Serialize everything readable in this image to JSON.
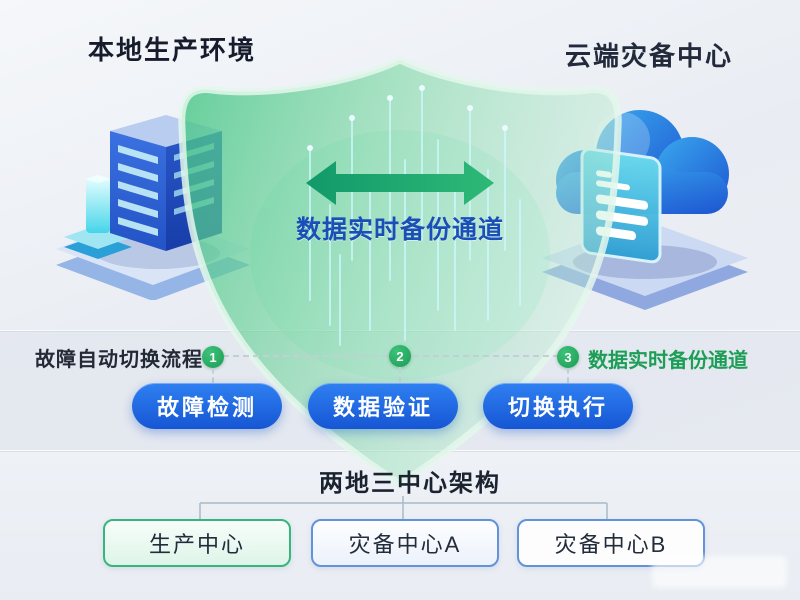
{
  "page": {
    "left_title": "本地生产环境",
    "right_title": "云端灾备中心"
  },
  "shield": {
    "channel_label": "数据实时备份通道"
  },
  "flow": {
    "title": "故障自动切换流程",
    "steps": [
      {
        "num": "1",
        "label": "故障检测"
      },
      {
        "num": "2",
        "label": "数据验证"
      },
      {
        "num": "3",
        "label": "切换执行"
      }
    ],
    "step3_note": "数据实时备份通道"
  },
  "architecture": {
    "title": "两地三中心架构",
    "nodes": [
      {
        "label": "生产中心"
      },
      {
        "label": "灾备中心A"
      },
      {
        "label": "灾备中心B"
      }
    ]
  },
  "colors": {
    "button_blue": "#1e66e0",
    "badge_green": "#21a45d",
    "note_green": "#1d9e56",
    "channel_text_blue": "#1b4fb8",
    "shield_green": "#45c685",
    "arrow_green": "#1ca06c",
    "node_green_border": "#38b57c",
    "node_blue_border": "#6292da"
  }
}
